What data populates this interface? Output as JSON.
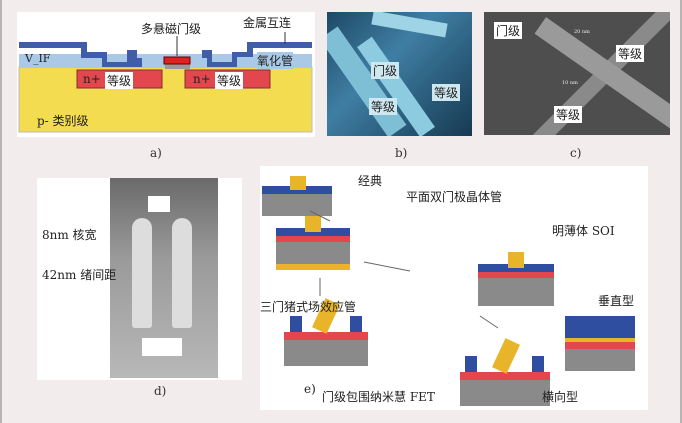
{
  "panel_a": {
    "caption": "a)",
    "gate_label": "多悬磁门级",
    "metal_label": "金属互连",
    "vif_label": "V_IF",
    "oxide_label": "氧化管",
    "n_plus": "n+",
    "level1": "等级",
    "level2": "等级",
    "substrate": "p- 类别级"
  },
  "panel_b": {
    "caption": "b)",
    "gate": "门级",
    "level_left": "等级",
    "level_right": "等级"
  },
  "panel_c": {
    "caption": "c)",
    "gate": "门级",
    "level_right": "等级",
    "level_bottom": "等级",
    "dim1": "20 nm",
    "dim2": "10 nm"
  },
  "panel_d": {
    "caption": "d)",
    "core_width": "8nm 核宽",
    "pitch": "42nm 绪间距"
  },
  "panel_e": {
    "caption": "e)",
    "classic": "经典",
    "planar_double_gate": "平面双门极晶体管",
    "thin_body_soi": "明薄体 SOI",
    "trigate": "三门猪式场效应管",
    "vertical": "垂直型",
    "gaa": "门级包围纳米慧 FET",
    "lateral": "横向型"
  },
  "colors": {
    "metal": "#3f5da8",
    "oxide": "#a9c9e6",
    "nplus": "#e2474d",
    "substrate": "#f3dc4f",
    "gate": "#e8b52a",
    "gray": "#8a8a8a"
  }
}
